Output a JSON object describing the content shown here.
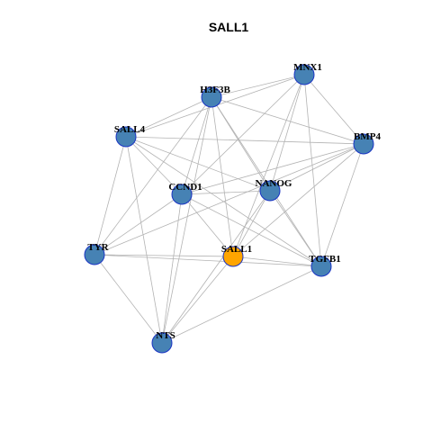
{
  "title": "SALL1",
  "colors": {
    "node_fill": "#4682b4",
    "node_stroke": "#1a34c4",
    "center_fill": "#ffa500",
    "center_stroke": "#a0522d",
    "edge": "#b3b3b3",
    "background": "#ffffff"
  },
  "nodes": [
    {
      "id": "MNX1",
      "label": "MNX1",
      "center": false
    },
    {
      "id": "H3F3B",
      "label": "H3F3B",
      "center": false
    },
    {
      "id": "SALL4",
      "label": "SALL4",
      "center": false
    },
    {
      "id": "BMP4",
      "label": "BMP4",
      "center": false
    },
    {
      "id": "NANOG",
      "label": "NANOG",
      "center": false
    },
    {
      "id": "CCND1",
      "label": "CCND1",
      "center": false
    },
    {
      "id": "TYR",
      "label": "TYR",
      "center": false
    },
    {
      "id": "SALL1",
      "label": "SALL1",
      "center": true
    },
    {
      "id": "TGFB1",
      "label": "TGFB1",
      "center": false
    },
    {
      "id": "NTS",
      "label": "NTS",
      "center": false
    }
  ],
  "edges": [
    [
      "MNX1",
      "H3F3B"
    ],
    [
      "MNX1",
      "SALL4"
    ],
    [
      "MNX1",
      "BMP4"
    ],
    [
      "MNX1",
      "NANOG"
    ],
    [
      "MNX1",
      "CCND1"
    ],
    [
      "MNX1",
      "SALL1"
    ],
    [
      "MNX1",
      "TGFB1"
    ],
    [
      "H3F3B",
      "SALL4"
    ],
    [
      "H3F3B",
      "BMP4"
    ],
    [
      "H3F3B",
      "NANOG"
    ],
    [
      "H3F3B",
      "CCND1"
    ],
    [
      "H3F3B",
      "SALL1"
    ],
    [
      "H3F3B",
      "TGFB1"
    ],
    [
      "H3F3B",
      "TYR"
    ],
    [
      "H3F3B",
      "NTS"
    ],
    [
      "SALL4",
      "BMP4"
    ],
    [
      "SALL4",
      "NANOG"
    ],
    [
      "SALL4",
      "CCND1"
    ],
    [
      "SALL4",
      "TYR"
    ],
    [
      "SALL4",
      "TGFB1"
    ],
    [
      "SALL4",
      "NTS"
    ],
    [
      "BMP4",
      "NANOG"
    ],
    [
      "BMP4",
      "CCND1"
    ],
    [
      "BMP4",
      "SALL1"
    ],
    [
      "BMP4",
      "TGFB1"
    ],
    [
      "BMP4",
      "TYR"
    ],
    [
      "NANOG",
      "CCND1"
    ],
    [
      "NANOG",
      "SALL1"
    ],
    [
      "NANOG",
      "TGFB1"
    ],
    [
      "NANOG",
      "NTS"
    ],
    [
      "CCND1",
      "TYR"
    ],
    [
      "CCND1",
      "SALL1"
    ],
    [
      "CCND1",
      "TGFB1"
    ],
    [
      "CCND1",
      "NTS"
    ],
    [
      "TYR",
      "SALL1"
    ],
    [
      "TYR",
      "TGFB1"
    ],
    [
      "TYR",
      "NTS"
    ],
    [
      "SALL1",
      "TGFB1"
    ],
    [
      "SALL1",
      "NTS"
    ],
    [
      "TGFB1",
      "NTS"
    ]
  ]
}
